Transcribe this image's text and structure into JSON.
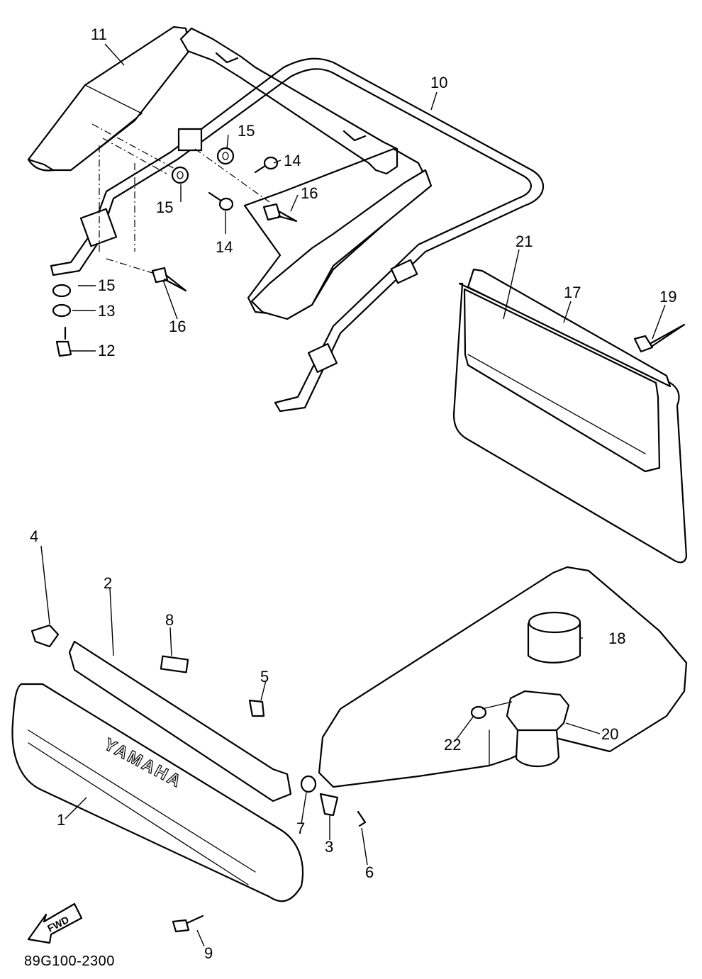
{
  "diagram_code": "89G100-2300",
  "fwd_arrow_label": "FWD",
  "logo_lettering": "YAMAHA",
  "callouts": [
    {
      "id": "c1",
      "label": "1"
    },
    {
      "id": "c2",
      "label": "2"
    },
    {
      "id": "c3",
      "label": "3"
    },
    {
      "id": "c4",
      "label": "4"
    },
    {
      "id": "c5",
      "label": "5"
    },
    {
      "id": "c6",
      "label": "6"
    },
    {
      "id": "c7",
      "label": "7"
    },
    {
      "id": "c8",
      "label": "8"
    },
    {
      "id": "c9",
      "label": "9"
    },
    {
      "id": "c10",
      "label": "10"
    },
    {
      "id": "c11",
      "label": "11"
    },
    {
      "id": "c12",
      "label": "12"
    },
    {
      "id": "c13",
      "label": "13"
    },
    {
      "id": "c14a",
      "label": "14"
    },
    {
      "id": "c14b",
      "label": "14"
    },
    {
      "id": "c15a",
      "label": "15"
    },
    {
      "id": "c15b",
      "label": "15"
    },
    {
      "id": "c15c",
      "label": "15"
    },
    {
      "id": "c16a",
      "label": "16"
    },
    {
      "id": "c16b",
      "label": "16"
    },
    {
      "id": "c17",
      "label": "17"
    },
    {
      "id": "c18",
      "label": "18"
    },
    {
      "id": "c19",
      "label": "19"
    },
    {
      "id": "c20",
      "label": "20"
    },
    {
      "id": "c21",
      "label": "21"
    },
    {
      "id": "c22",
      "label": "22"
    }
  ]
}
